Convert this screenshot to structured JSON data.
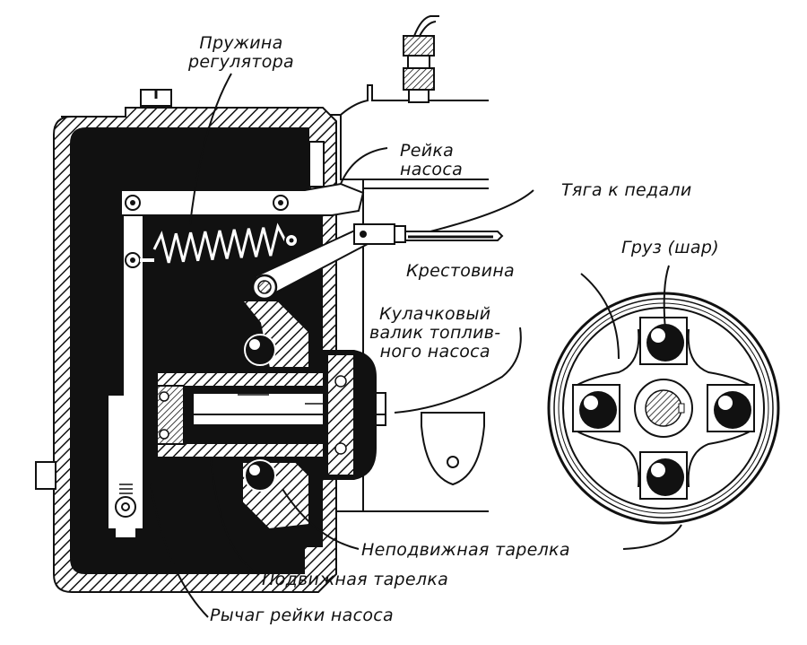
{
  "figure": {
    "subject": "Centrifugal speed governor of a fuel injection pump (cross-section and end view)",
    "ink_color": "#111111",
    "paper_color": "#ffffff"
  },
  "labels": {
    "governor_spring": "Пружина\nрегулятора",
    "pump_rack": "Рейка\nнасоса",
    "pedal_rod": "Тяга к педали",
    "weight_ball": "Груз (шар)",
    "spider": "Крестовина",
    "camshaft": "Кулачковый\nвалик топлив-\nного насоса",
    "fixed_plate": "Неподвижная тарелка",
    "movable_plate": "Подвижная тарелка",
    "rack_lever": "Рычаг рейки насоса"
  }
}
